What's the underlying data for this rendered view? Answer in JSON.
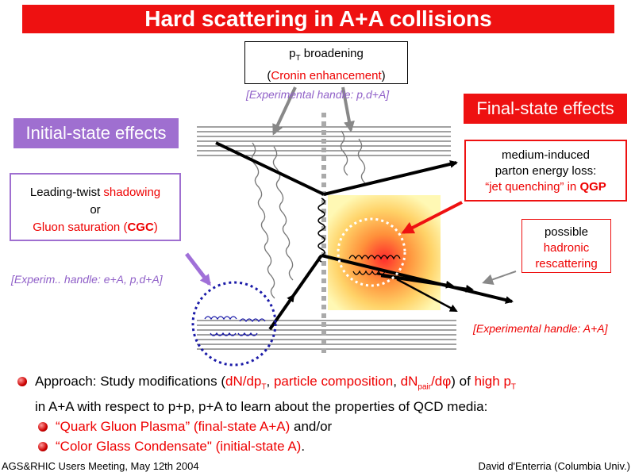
{
  "title": "Hard scattering in A+A collisions",
  "pt_box": {
    "line1_a": "p",
    "line1_sub": "T",
    "line1_b": " broadening",
    "line2_open": "(",
    "line2_red": "Cronin enhancement",
    "line2_close": ")"
  },
  "handle_pdA": "[Experimental handle: p,d+A]",
  "initial_state": "Initial-state effects",
  "final_state": "Final-state effects",
  "shadowing": {
    "a": "Leading-twist ",
    "b": "shadowing",
    "c": "or",
    "d": "Gluon saturation (",
    "e": "CGC",
    "f": ")"
  },
  "handle_eA": "[Experim.. handle: e+A, p,d+A]",
  "jet_quench": {
    "l1": "medium-induced",
    "l2": "parton energy loss:",
    "l3a": "“jet quenching” in ",
    "l3b": "QGP"
  },
  "hadronic": {
    "l1": "possible",
    "l2": "hadronic",
    "l3": "rescattering"
  },
  "handle_AA": "[Experimental handle: A+A]",
  "bullets": {
    "b1_a": "Approach: Study modifications (",
    "b1_r1": "dN/dp",
    "b1_r1s": "T",
    "b1_c1": ", ",
    "b1_r2": "particle composition",
    "b1_c2": ", ",
    "b1_r3": "dN",
    "b1_r3s": "pair",
    "b1_r3b": "/dφ",
    "b1_c3": ") of ",
    "b1_r4": "high p",
    "b1_r4s": "T",
    "b1_line2": "in A+A with respect to p+p, p+A to learn about the properties of QCD media:",
    "b2_red": "“Quark Gluon Plasma” (final-state A+A)",
    "b2_tail": " and/or",
    "b3_red": "“Color Glass Condensate\" (initial-state A)",
    "b3_tail": "."
  },
  "footer_left": "AGS&RHIC Users Meeting, May 12th 2004",
  "footer_right": "David d'Enterria (Columbia Univ.)"
}
